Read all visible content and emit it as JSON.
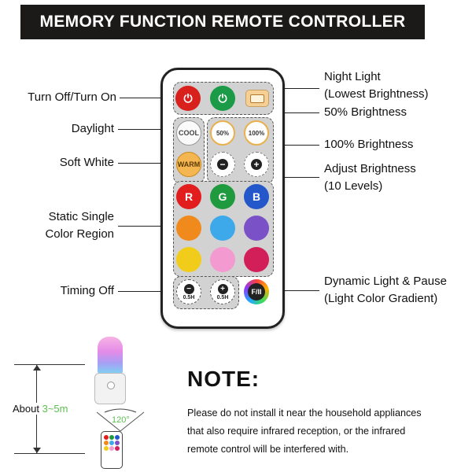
{
  "title": "MEMORY FUNCTION REMOTE CONTROLLER",
  "left_labels": {
    "power": "Turn Off/Turn On",
    "daylight": "Daylight",
    "soft_white": "Soft White",
    "static_line1": "Static Single",
    "static_line2": "Color Region",
    "timing_off": "Timing Off"
  },
  "right_labels": {
    "night_line1": "Night Light",
    "night_line2": "(Lowest Brightness)",
    "fifty": "50% Brightness",
    "hundred": "100% Brightness",
    "adjust_line1": "Adjust Brightness",
    "adjust_line2": "(10 Levels)",
    "dynamic_line1": "Dynamic Light & Pause",
    "dynamic_line2": "(Light Color Gradient)"
  },
  "buttons": {
    "power_off": "⏻",
    "power_on": "⏻",
    "cool": "COOL",
    "warm": "WARM",
    "fifty": "50%",
    "hundred": "100%",
    "minus": "−",
    "plus": "+",
    "r": "R",
    "g": "G",
    "b": "B",
    "timer_minus": "−",
    "timer_plus": "+",
    "timer_text": "0.5H",
    "fx": "F/II"
  },
  "color_rows": [
    [
      "#f18a1c",
      "#3ea9ea",
      "#7b51c8"
    ],
    [
      "#f2cc1a",
      "#f39ad0",
      "#d21f5a"
    ]
  ],
  "rgb_colors": [
    "#e11d1d",
    "#1f9a3e",
    "#2457c9"
  ],
  "distance": {
    "prefix": "About ",
    "range": "3~5m",
    "angle": "120°"
  },
  "note": {
    "title": "NOTE:",
    "line1": "Please do not install it near the household appliances",
    "line2": "that also require infrared reception, or the infrared",
    "line3": "remote control will be interfered with."
  }
}
